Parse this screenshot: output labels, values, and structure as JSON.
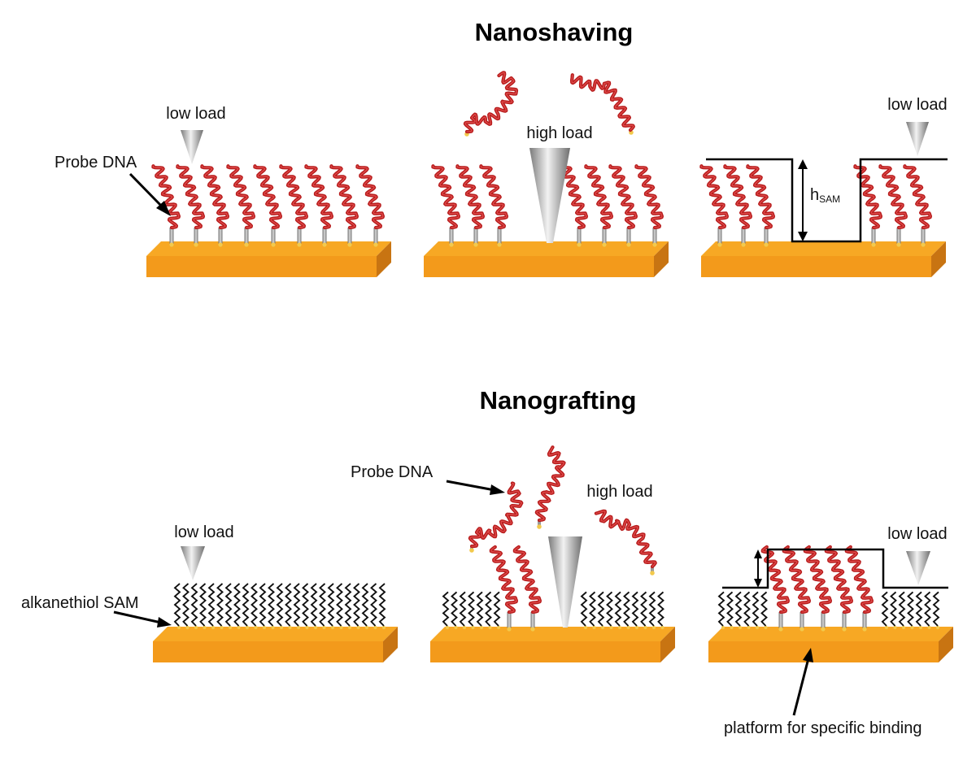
{
  "nanoshaving": {
    "title": "Nanoshaving",
    "low_load_left": "low load",
    "high_load": "high load",
    "low_load_right": "low load",
    "probe_dna": "Probe DNA",
    "height_symbol": "h",
    "height_subscript": "SAM"
  },
  "nanografting": {
    "title": "Nanografting",
    "low_load_left": "low load",
    "probe_dna": "Probe DNA",
    "high_load": "high load",
    "low_load_right": "low load",
    "sam_label": "alkanethiol SAM",
    "platform_label": "platform for specific binding"
  },
  "colors": {
    "gold_top": "#F7A824",
    "gold_front": "#F39A1B",
    "gold_side": "#C87412",
    "dna_red": "#B71C1C",
    "dna_highlight": "#E35050",
    "linker_gray": "#9A9A9A",
    "anchor_yellow": "#F2C94C",
    "tip_gray": "#B5B5B5"
  }
}
